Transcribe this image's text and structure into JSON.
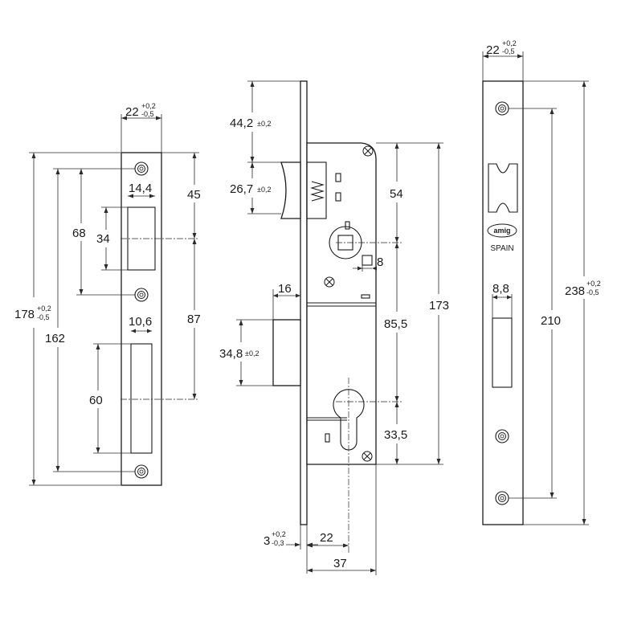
{
  "left_strike": {
    "width": {
      "main": "22",
      "tol_upper": "+0,2",
      "tol_lower": "-0,5"
    },
    "height_178": {
      "main": "178",
      "tol_upper": "+0,2",
      "tol_lower": "-0,5"
    },
    "d162": "162",
    "d68": "68",
    "d34": "34",
    "d14_4": "14,4",
    "d45": "45",
    "d87": "87",
    "d10_6": "10,6",
    "d60": "60"
  },
  "lock_body": {
    "d44_2": {
      "main": "44,2",
      "tol": "±0,2"
    },
    "d26_7": {
      "main": "26,7",
      "tol": "±0,2"
    },
    "d16": "16",
    "d34_8": {
      "main": "34,8",
      "tol": "±0,2"
    },
    "d54": "54",
    "d8": "8",
    "d85_5": "85,5",
    "d173": "173",
    "d33_5": "33,5",
    "d3": {
      "main": "3",
      "tol_upper": "+0,2",
      "tol_lower": "-0,3"
    },
    "d22": "22",
    "d37": "37"
  },
  "faceplate": {
    "width": {
      "main": "22",
      "tol_upper": "+0,2",
      "tol_lower": "-0,5"
    },
    "d8_8": "8,8",
    "d210": "210",
    "d238": {
      "main": "238",
      "tol_upper": "+0,2",
      "tol_lower": "-0,5"
    },
    "brand": "amig",
    "origin": "SPAIN"
  }
}
